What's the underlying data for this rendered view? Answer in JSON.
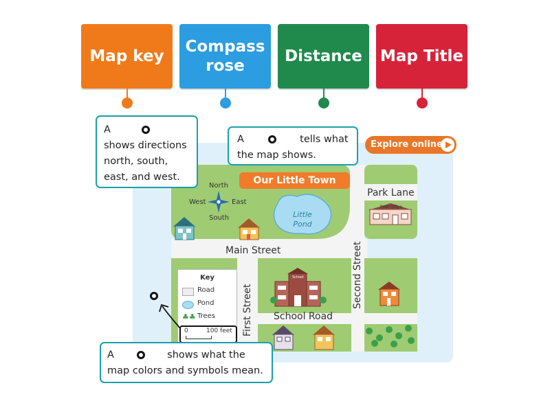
{
  "tiles": [
    {
      "label": "Map key",
      "color": "#f07a1a"
    },
    {
      "label": "Compass rose",
      "color": "#2b9de0"
    },
    {
      "label": "Distance",
      "color": "#1f8a4c"
    },
    {
      "label": "Map Title",
      "color": "#d7233a"
    }
  ],
  "callouts": {
    "compass": {
      "prefix": "A",
      "rest": "shows directions north, south, east, and west."
    },
    "title": {
      "prefix": "A",
      "rest": "tells what the map shows."
    },
    "key": {
      "prefix": "A",
      "rest": "shows what the map colors and symbols mean."
    }
  },
  "explore_label": "Explore online.",
  "map": {
    "title": "Our Little Town",
    "compass": {
      "north": "North",
      "south": "South",
      "east": "East",
      "west": "West"
    },
    "pond": "Little Pond",
    "streets": {
      "main": "Main Street",
      "school": "School Road",
      "first": "First Street",
      "second": "Second Street",
      "park": "Park Lane"
    },
    "post_office": "Post Office",
    "school_sign": "School",
    "key": {
      "title": "Key",
      "road": "Road",
      "pond": "Pond",
      "trees": "Trees",
      "scale_start": "0",
      "scale_end": "100 feet"
    }
  },
  "colors": {
    "grass": "#9fcb73",
    "road": "#f4f4f4",
    "water": "#a9dcf2",
    "callout_border": "#1a9eaa",
    "panel": "#dff0fb"
  }
}
